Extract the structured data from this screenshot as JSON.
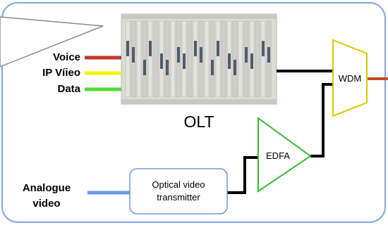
{
  "inputs": {
    "voice": "Voice",
    "ip_video": "IP Víieo",
    "data": "Data",
    "analogue": [
      "Analogue",
      "video"
    ]
  },
  "equipment": {
    "olt": "OLT",
    "wdm": "WDM",
    "edfa": "EDFA",
    "transmitter": [
      "Optical video",
      "transmitter"
    ]
  },
  "colors": {
    "voice": "#c0392b",
    "ip_video": "#f5f500",
    "data": "#55dd33",
    "analogue": "#6699ee",
    "fiber": "#000000",
    "output": "#c0501f",
    "frame": "#7fa7e3",
    "wdm_stroke": "#d9c800",
    "edfa_stroke": "#33bb33",
    "transmitter_stroke": "#6d96dc"
  }
}
